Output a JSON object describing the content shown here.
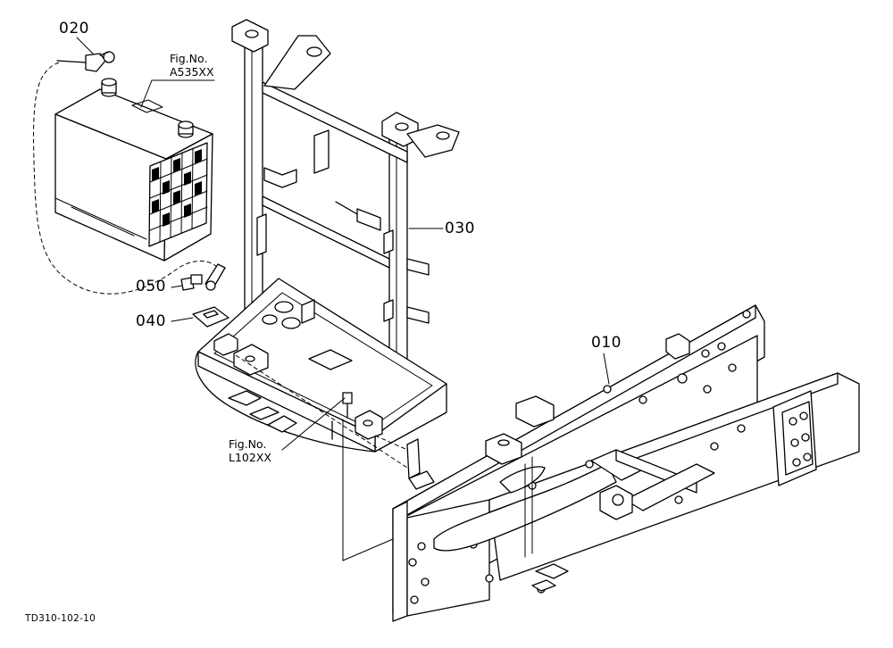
{
  "parts": [
    {
      "id": "020"
    },
    {
      "id": "030"
    },
    {
      "id": "040"
    },
    {
      "id": "050"
    },
    {
      "id": "010"
    }
  ],
  "references": {
    "battery_fig": {
      "label": "Fig.No.",
      "number": "A535XX"
    },
    "frame_fig": {
      "label": "Fig.No.",
      "number": "L102XX"
    }
  },
  "drawing_code": "TD310-102-10"
}
